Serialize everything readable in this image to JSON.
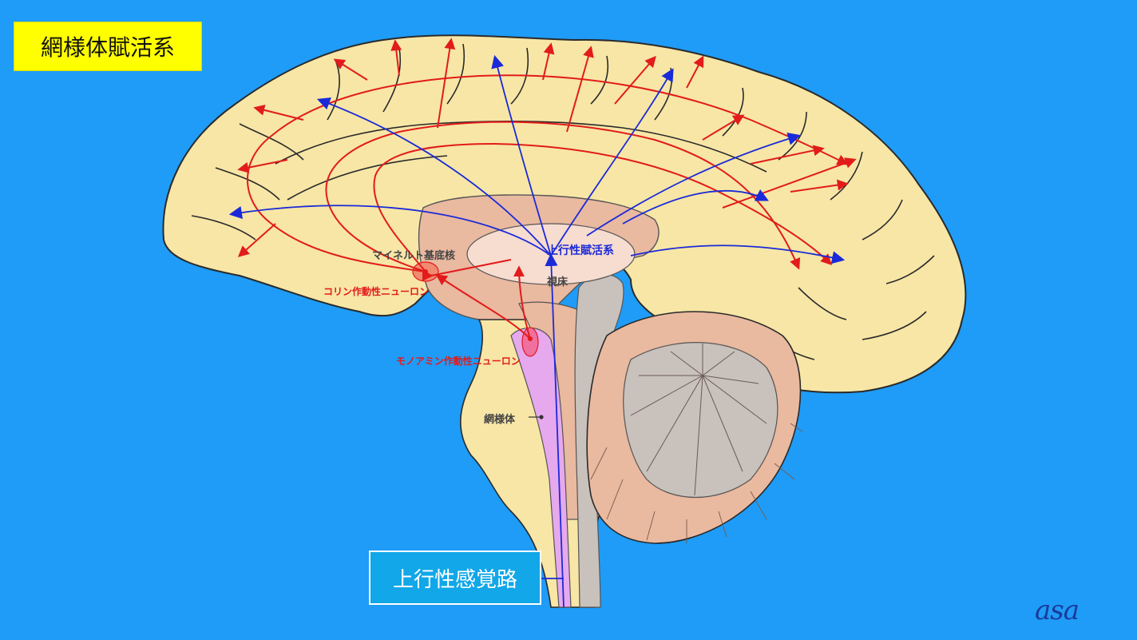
{
  "title": "網様体賦活系",
  "labels": {
    "meynert": "マイネルト基底核",
    "cholinergic": "コリン作動性ニューロン",
    "ascending_activating": "上行性賦活系",
    "thalamus": "視床",
    "monoaminergic": "モノアミン作動性ニューロン",
    "reticular": "網様体",
    "sensory_pathway": "上行性感覚路"
  },
  "signature": "asa",
  "colors": {
    "background": "#1e9cf7",
    "cortex": "#f7e6a6",
    "limbic": "#e9b9a0",
    "thalamus": "#f7dcd0",
    "brainstem_reticular": "#e6a9ee",
    "cerebellum": "#c9c1bb",
    "red_pathway": "#e21b1b",
    "blue_pathway": "#1a2ad8",
    "title_bg": "#ffff00"
  }
}
